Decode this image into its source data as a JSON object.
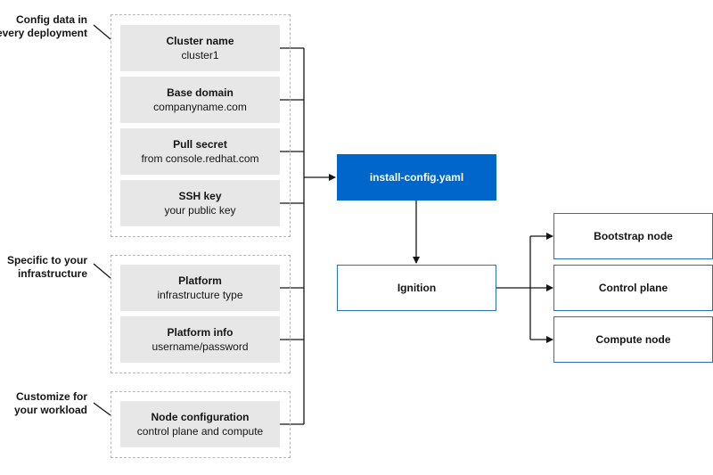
{
  "groups": [
    {
      "label_line1": "Config data in",
      "label_line2": "every deployment"
    },
    {
      "label_line1": "Specific to your",
      "label_line2": "infrastructure"
    },
    {
      "label_line1": "Customize for",
      "label_line2": "your workload"
    }
  ],
  "items": [
    {
      "title": "Cluster name",
      "value": "cluster1"
    },
    {
      "title": "Base domain",
      "value": "companyname.com"
    },
    {
      "title": "Pull secret",
      "value": "from console.redhat.com"
    },
    {
      "title": "SSH key",
      "value": "your public key"
    },
    {
      "title": "Platform",
      "value": "infrastructure type"
    },
    {
      "title": "Platform info",
      "value": "username/password"
    },
    {
      "title": "Node configuration",
      "value": "control plane and compute"
    }
  ],
  "flow": {
    "install_config": "install-config.yaml",
    "ignition": "Ignition",
    "bootstrap": "Bootstrap node",
    "control_plane": "Control plane",
    "compute": "Compute node"
  },
  "colors": {
    "accent": "#0066cc",
    "node_border": "#2c6fbf",
    "item_bg": "#e7e7e7",
    "dashed_border": "#b8b8b8",
    "connector": "#151515"
  }
}
